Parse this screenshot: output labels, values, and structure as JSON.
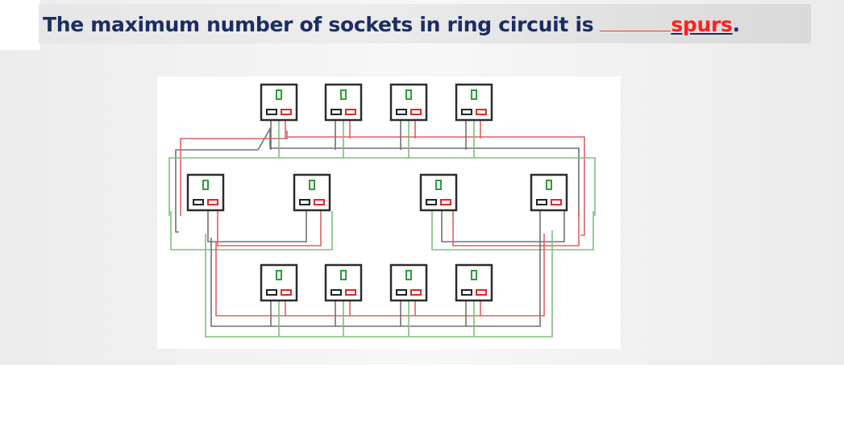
{
  "slide": {
    "question_text": "The maximum number of sockets in ring circuit is",
    "answer_text": "spurs",
    "answer_suffix": "."
  },
  "diagram": {
    "sockets_top_row": 4,
    "sockets_middle_row": 4,
    "sockets_bottom_row": 4,
    "colors": {
      "socket_border": "#2b2b2b",
      "live_wire": "#e06060",
      "earth_wire": "#7dc07a",
      "neutral_wire": "#707070",
      "switch_green": "#2e9a3c",
      "switch_red": "#e02828"
    }
  }
}
